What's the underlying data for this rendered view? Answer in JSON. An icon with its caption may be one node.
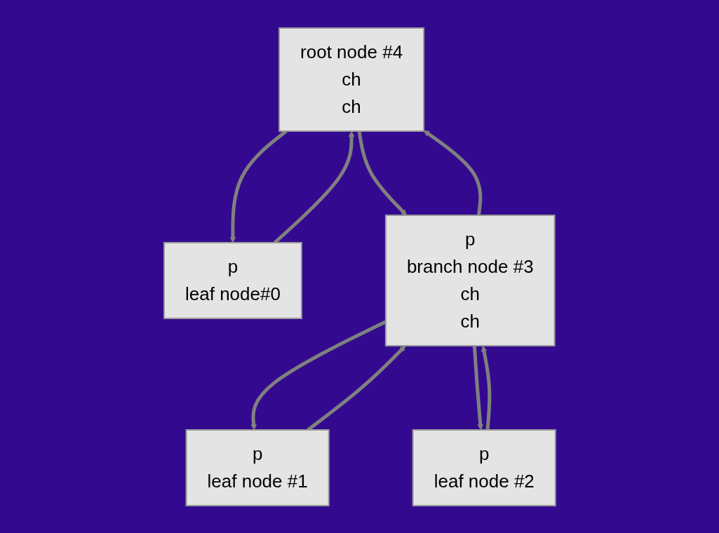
{
  "diagram": {
    "nodes": [
      {
        "text": [
          "root node #4",
          "ch",
          "ch"
        ]
      },
      {
        "text": [
          "p",
          "leaf node#0"
        ]
      },
      {
        "text": [
          "p",
          "branch node #3",
          "ch",
          "ch"
        ]
      },
      {
        "text": [
          "p",
          "leaf node #1"
        ]
      },
      {
        "text": [
          "p",
          "leaf node #2"
        ]
      }
    ],
    "edges": [
      {
        "from": 0,
        "to": 1,
        "arrow": "to"
      },
      {
        "from": 1,
        "to": 0,
        "arrow": "to"
      },
      {
        "from": 0,
        "to": 2,
        "arrow": "to"
      },
      {
        "from": 2,
        "to": 0,
        "arrow": "to"
      },
      {
        "from": 2,
        "to": 3,
        "arrow": "to"
      },
      {
        "from": 3,
        "to": 2,
        "arrow": "to"
      },
      {
        "from": 2,
        "to": 4,
        "arrow": "to"
      },
      {
        "from": 4,
        "to": 2,
        "arrow": "to"
      }
    ]
  }
}
